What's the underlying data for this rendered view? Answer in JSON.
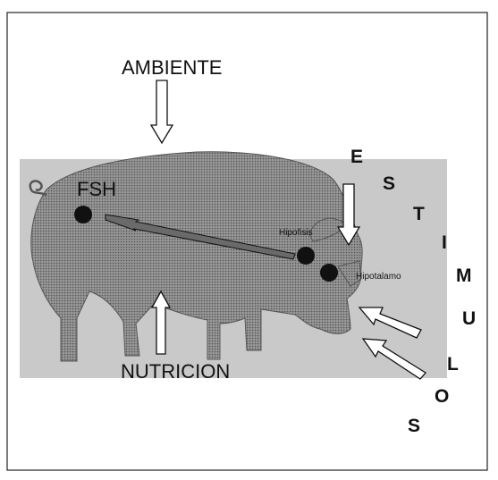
{
  "labels": {
    "ambiente": "AMBIENTE",
    "nutricion": "NUTRICION",
    "fsh": "FSH",
    "hipofisis": "Hipofisis",
    "hipotalamo": "Hipotalamo"
  },
  "estimulos": [
    "E",
    "S",
    "T",
    "I",
    "M",
    "U",
    "L",
    "O",
    "S"
  ]
}
